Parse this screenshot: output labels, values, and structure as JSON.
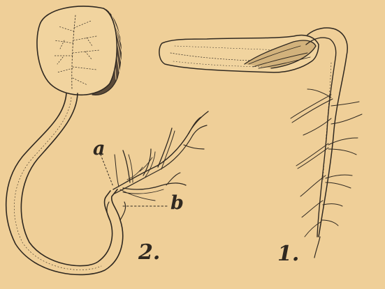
{
  "plate": {
    "background": "#efcf98",
    "ink": "#2f2820",
    "figures": [
      {
        "number_label": "2.",
        "labels": [
          "a",
          "b"
        ]
      },
      {
        "number_label": "1."
      }
    ]
  }
}
